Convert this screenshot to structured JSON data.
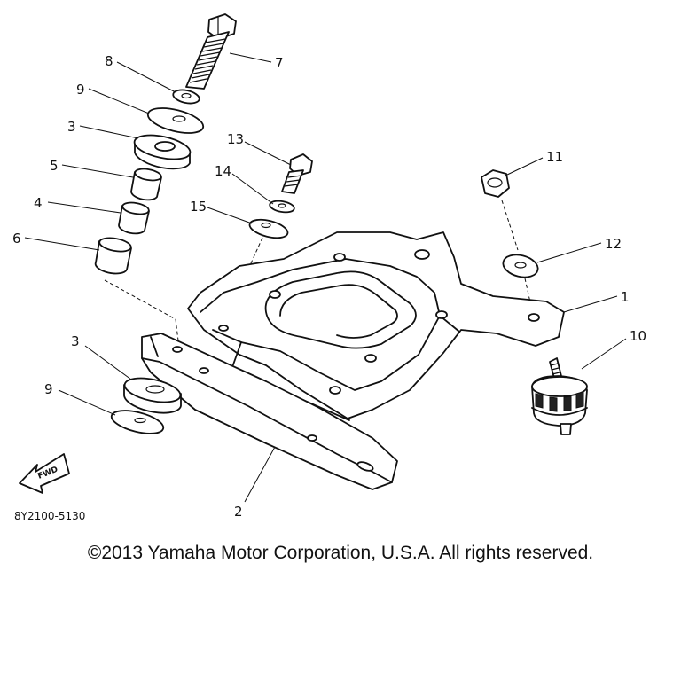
{
  "callouts": {
    "c1": "1",
    "c2": "2",
    "c3a": "3",
    "c3b": "3",
    "c4": "4",
    "c5": "5",
    "c6": "6",
    "c7": "7",
    "c8": "8",
    "c9a": "9",
    "c9b": "9",
    "c10": "10",
    "c11": "11",
    "c12": "12",
    "c13": "13",
    "c14": "14",
    "c15": "15"
  },
  "fwd_label": "FWD",
  "part_number": "8Y2100-5130",
  "copyright": "©2013 Yamaha Motor Corporation, U.S.A. All rights reserved."
}
